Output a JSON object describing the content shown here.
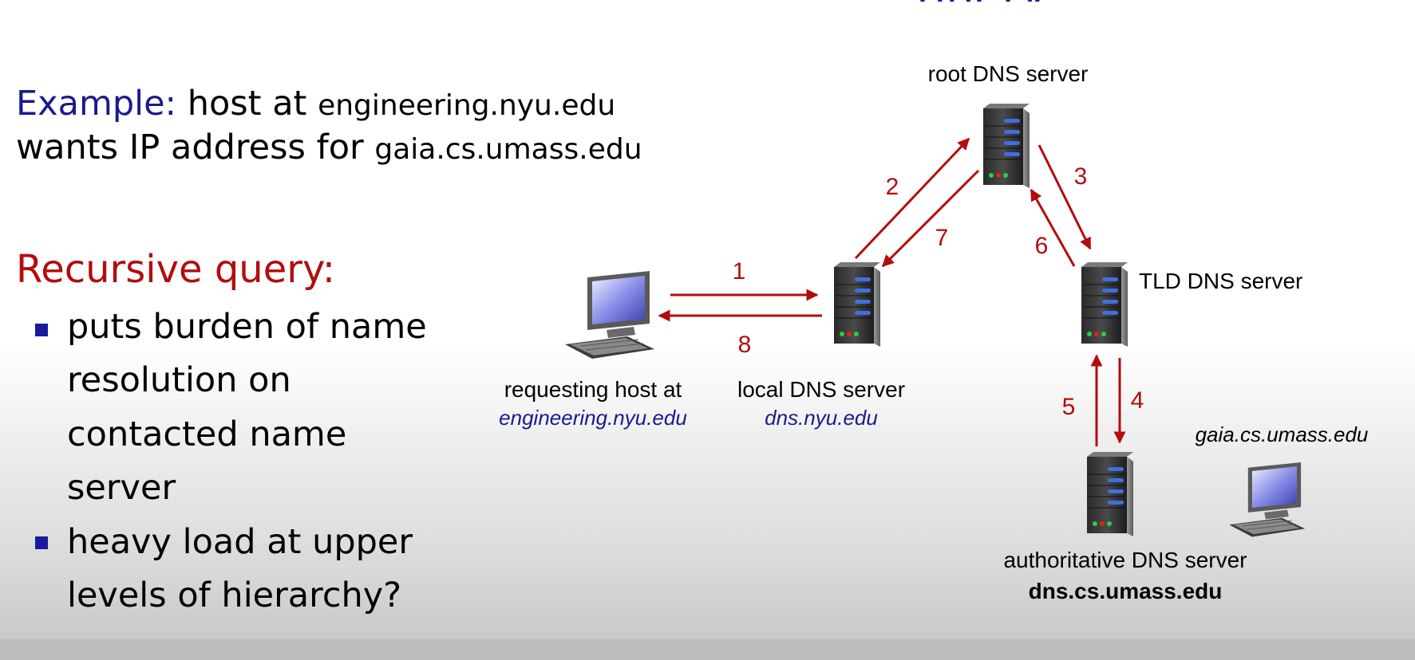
{
  "slide": {
    "title_fragment": "query",
    "example_label": "Example:",
    "example_text_1": " host at ",
    "example_host_1": "engineering.nyu.edu",
    "example_text_2": "wants IP address for ",
    "example_host_2": "gaia.cs.umass.edu",
    "heading": "Recursive query:",
    "bullets": [
      {
        "lines": [
          "puts burden of name",
          "resolution on",
          "contacted name",
          "server"
        ]
      },
      {
        "lines": [
          "heavy load at upper",
          "levels of hierarchy?"
        ]
      }
    ]
  },
  "diagram": {
    "nodes": {
      "root": {
        "label": "root DNS server"
      },
      "tld": {
        "label": "TLD DNS server"
      },
      "local": {
        "label": "local DNS server",
        "sublabel": "dns.nyu.edu"
      },
      "requesting": {
        "label": "requesting host at",
        "sublabel": "engineering.nyu.edu"
      },
      "authoritative": {
        "label": "authoritative DNS server",
        "sublabel": "dns.cs.umass.edu"
      },
      "gaia": {
        "label": "gaia.cs.umass.edu"
      }
    },
    "steps": [
      "1",
      "2",
      "3",
      "4",
      "5",
      "6",
      "7",
      "8"
    ],
    "colors": {
      "arrow": "#b30c0c",
      "server_blue": "#3f6fe0",
      "screen": "#6a6fd8",
      "text_blue": "#1a1a8c"
    }
  }
}
